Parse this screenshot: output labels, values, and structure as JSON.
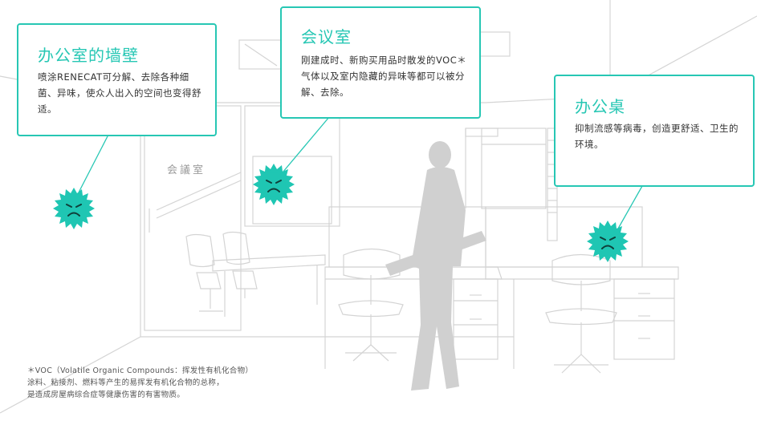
{
  "callouts": {
    "wall": {
      "title": "办公室的墙壁",
      "body": "喷涂RENECAT可分解、去除各种细菌、异味，使众人出入的空间也变得舒适。"
    },
    "meeting": {
      "title": "会议室",
      "body": "刚建成时、新购买用品时散发的VOC＊气体以及室内隐藏的异味等都可以被分解、去除。"
    },
    "desk": {
      "title": "办公桌",
      "body": "抑制流感等病毒，创造更舒适、卫生的环境。"
    }
  },
  "room_sign": "会議室",
  "footnote": {
    "line1": "＊VOC（Volatile Organic Compounds：挥发性有机化合物）",
    "line2": "涂料、粘接剂、燃料等产生的易挥发有机化合物的总称，",
    "line3": "是造成房屋病综合症等健康伤害的有害物质。"
  },
  "colors": {
    "accent": "#27c7b4",
    "line_art": "#d2d2d2",
    "silhouette": "#cfcfcf"
  },
  "icons": [
    "germ-icon",
    "germ-icon",
    "germ-icon"
  ]
}
